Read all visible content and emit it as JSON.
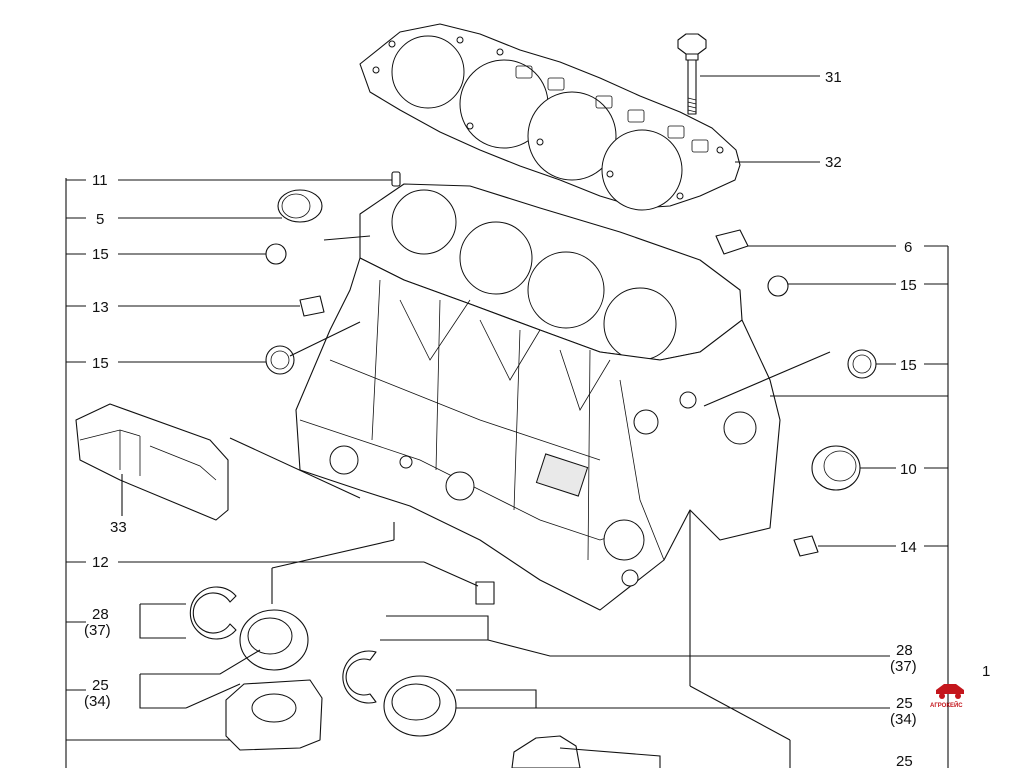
{
  "callouts": {
    "c31": "31",
    "c32": "32",
    "c11": "11",
    "c5": "5",
    "c15a": "15",
    "c13": "13",
    "c15b": "15",
    "c33": "33",
    "c12": "12",
    "c28": "28",
    "c28p": "(37)",
    "c25": "25",
    "c25p": "(34)",
    "c6": "6",
    "c15c": "15",
    "c15d": "15",
    "c10": "10",
    "c14": "14",
    "c28r": "28",
    "c28rp": "(37)",
    "c25r": "25",
    "c25rp": "(34)",
    "c25r2": "25",
    "c1": "1"
  },
  "logo": {
    "text": "АГРОКЕЙС",
    "color": "#c4161c"
  }
}
